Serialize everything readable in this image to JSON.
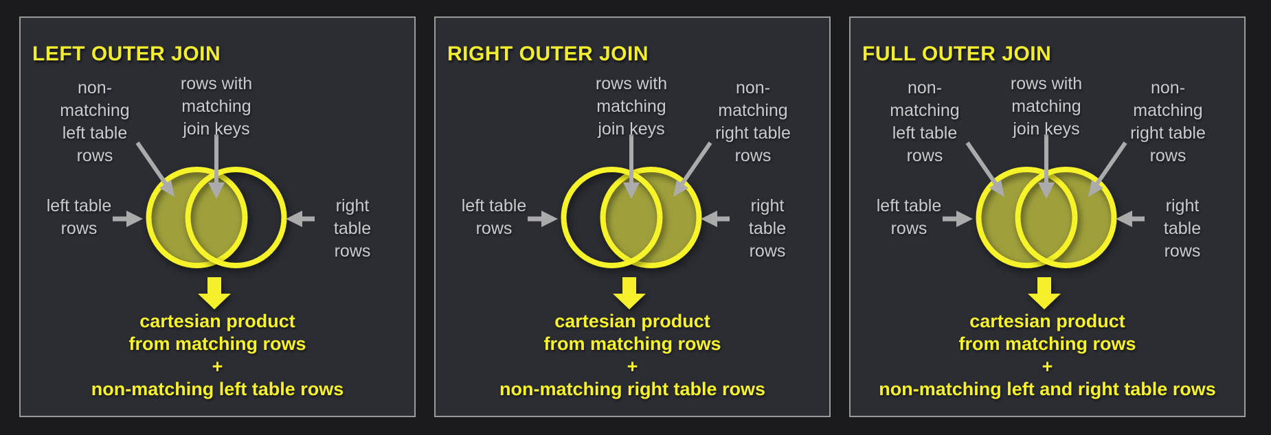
{
  "colors": {
    "outer_background": "#1b1b1d",
    "panel_background": "#2b2d33",
    "panel_border": "#9b9b9b",
    "yellow_accent": "#f7f22b",
    "circle_stroke": "#f7f32a",
    "circle_fill": "#9fa03c",
    "gray_text": "#cacbcc",
    "gray_arrow": "#ababab"
  },
  "panels": [
    {
      "title": "LEFT OUTER JOIN",
      "labels": {
        "non_matching_left": "non-\nmatching\nleft table\nrows",
        "matching": "rows with\nmatching\njoin keys",
        "left_table": "left table\nrows",
        "right_table": "right table\nrows"
      },
      "venn": {
        "left_filled": true,
        "right_filled": false
      },
      "result": "cartesian product\nfrom matching rows\n+\nnon-matching left table rows"
    },
    {
      "title": "RIGHT OUTER JOIN",
      "labels": {
        "matching": "rows with\nmatching\njoin keys",
        "non_matching_right": "non-\nmatching\nright table\nrows",
        "left_table": "left table\nrows",
        "right_table": "right table\nrows"
      },
      "venn": {
        "left_filled": false,
        "right_filled": true
      },
      "result": "cartesian product\nfrom matching rows\n+\nnon-matching right table rows"
    },
    {
      "title": "FULL OUTER JOIN",
      "labels": {
        "non_matching_left": "non-\nmatching\nleft table\nrows",
        "matching": "rows with\nmatching\njoin keys",
        "non_matching_right": "non-\nmatching\nright table\nrows",
        "left_table": "left table\nrows",
        "right_table": "right table\nrows"
      },
      "venn": {
        "left_filled": true,
        "right_filled": true
      },
      "result": "cartesian product\nfrom matching rows\n+\nnon-matching left and right table rows"
    }
  ]
}
